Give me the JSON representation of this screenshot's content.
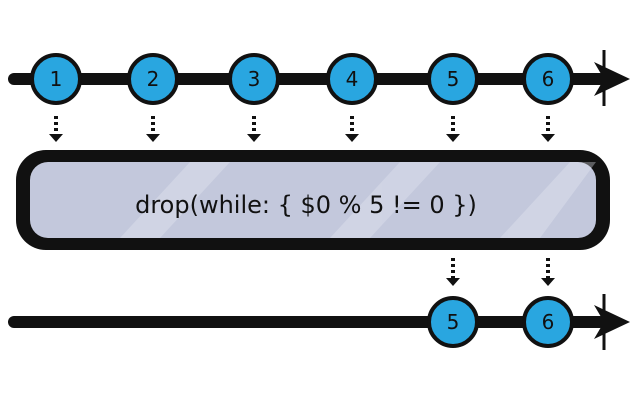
{
  "operator": {
    "label": "drop(while: { $0 % 5 != 0 })"
  },
  "input_timeline": {
    "marbles": [
      "1",
      "2",
      "3",
      "4",
      "5",
      "6"
    ]
  },
  "output_timeline": {
    "marbles": [
      "5",
      "6"
    ]
  },
  "colors": {
    "marble_fill": "#29a6e0",
    "operator_fill": "#c3c8dc",
    "line": "#111111"
  }
}
